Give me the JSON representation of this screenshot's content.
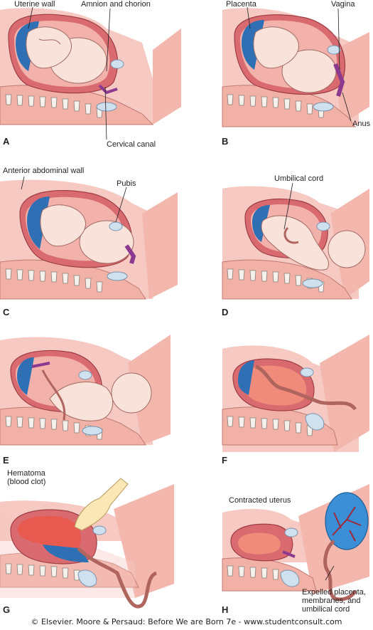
{
  "colors": {
    "body_pink": "#f6c9c2",
    "uterus_wall": "#d96a6f",
    "amniotic_blue": "#2f6fb4",
    "fetus_skin": "#f9e2da",
    "spine_bone": "#f4f0ec",
    "bladder": "#cfe0ef",
    "cervix_purple": "#8b3a8f",
    "blood_clot": "#e85a4f",
    "hand_glove": "#fbe7b5"
  },
  "panels": [
    {
      "letter": "A",
      "labels": [
        "Uterine wall",
        "Amnion and chorion",
        "Cervical canal"
      ]
    },
    {
      "letter": "B",
      "labels": [
        "Placenta",
        "Vagina",
        "Anus"
      ]
    },
    {
      "letter": "C",
      "labels": [
        "Anterior abdominal wall",
        "Pubis"
      ]
    },
    {
      "letter": "D",
      "labels": [
        "Umbilical cord"
      ]
    },
    {
      "letter": "E",
      "labels": []
    },
    {
      "letter": "F",
      "labels": []
    },
    {
      "letter": "G",
      "labels": [
        "Hematoma (blood clot)"
      ]
    },
    {
      "letter": "H",
      "labels": [
        "Contracted uterus",
        "Expelled placenta, membranes, and umbilical cord"
      ]
    }
  ],
  "copyright": "© Elsevier. Moore & Persaud: Before We are Born 7e - www.studentconsult.com"
}
